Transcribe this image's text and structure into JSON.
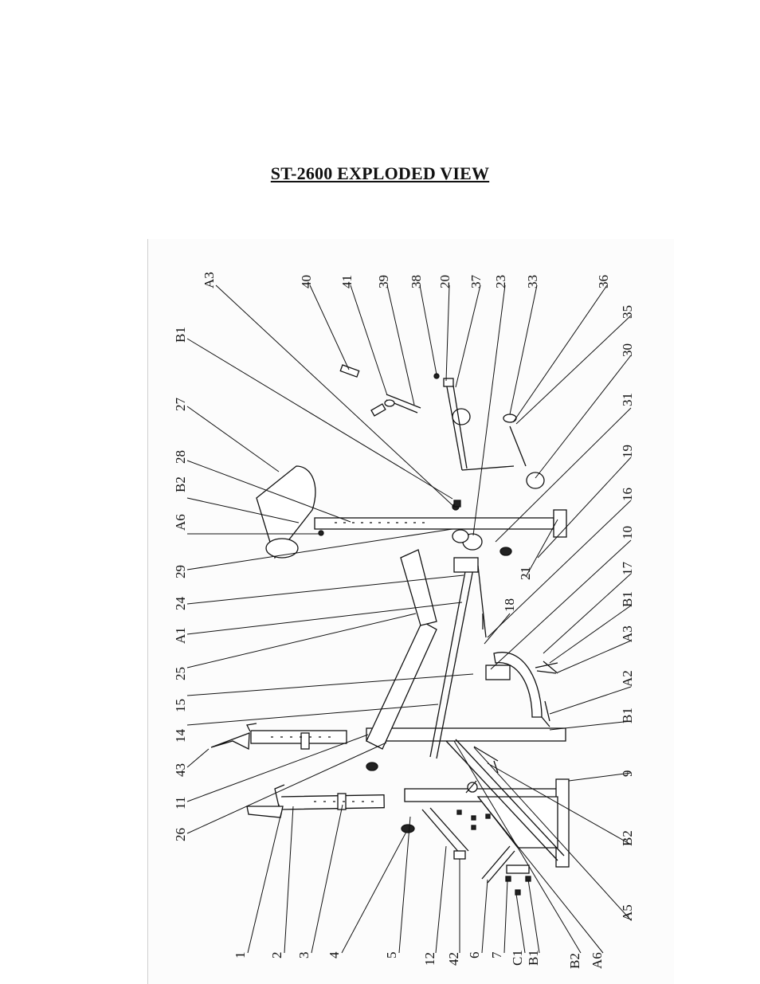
{
  "title": "ST-2600 EXPLODED VIEW",
  "labels_left": [
    "1",
    "2",
    "3",
    "4",
    "5",
    "12",
    "42",
    "6",
    "7",
    "C1",
    "B1",
    "B2",
    "A6"
  ],
  "labels_left_mid": [
    "26",
    "11",
    "43",
    "14",
    "15",
    "25",
    "A1",
    "24",
    "29",
    "A6",
    "B2",
    "28",
    "27",
    "B1",
    "A3"
  ],
  "labels_top": [
    "40",
    "41",
    "39",
    "38",
    "20",
    "37",
    "23",
    "33",
    "36"
  ],
  "labels_right": [
    "35",
    "30",
    "31",
    "19",
    "16",
    "10",
    "17",
    "B1",
    "A3",
    "A2",
    "B1",
    "9",
    "B2",
    "A5"
  ],
  "label_18": "18",
  "label_21": "21",
  "colors": {
    "ink": "#111111",
    "paper": "#ffffff",
    "frame": "#fcfcfc"
  }
}
